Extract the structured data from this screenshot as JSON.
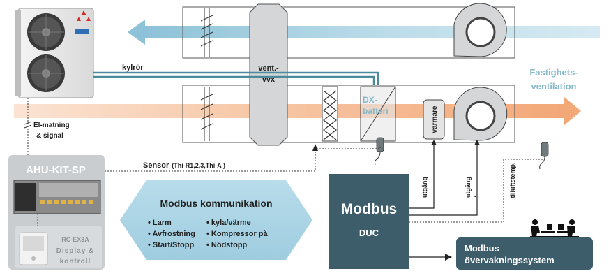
{
  "labels": {
    "kylror": "kylrör",
    "el_matning_1": "El-matning",
    "el_matning_2": "& signal",
    "vent_1": "vent.-",
    "vent_2": "vvx",
    "dx_1": "DX-",
    "dx_2": "batteri",
    "varmare": "värmare",
    "fastighets_1": "Fastighets-",
    "fastighets_2": "ventilation",
    "sensor_main": "Sensor",
    "sensor_sub": "(Thi-R1,2,3,Thi-A )",
    "utgang_1": "utgång",
    "utgang_2": "utgång",
    "dash": "-",
    "tilluftstemp": "tilluftstemp."
  },
  "ahu": {
    "title": "AHU-KIT-SP",
    "rc_name": "RC-EX3A",
    "rc_sub_1": "Display &",
    "rc_sub_2": "kontroll"
  },
  "modbus_comm": {
    "title": "Modbus kommunikation",
    "left_items": [
      "Larm",
      "Avfrostning",
      "Start/Stopp"
    ],
    "right_items": [
      "kyla/värme",
      "Kompressor på",
      "Nödstopp"
    ]
  },
  "duc": {
    "title": "Modbus",
    "sub": "DUC"
  },
  "monitoring": {
    "line1": "Modbus",
    "line2": "övervakningssystem"
  },
  "colors": {
    "exhaust_arrow": "#a9cfe0",
    "supply_arrow": "#f3b48a",
    "duc_box": "#3d5d6b",
    "comm_hex": "#a9d3e3",
    "ahu_panel": "#c9cdd0",
    "teal_pipe": "#4a8a9c",
    "label_teal": "#86b9c8"
  }
}
